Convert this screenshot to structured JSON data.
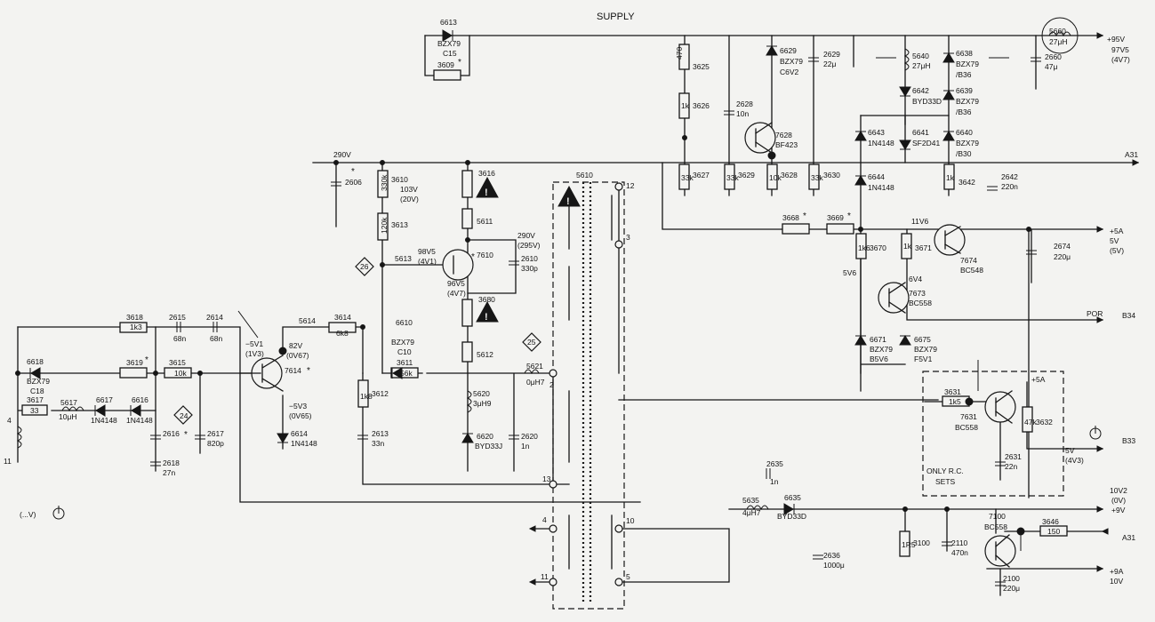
{
  "title": "SUPPLY",
  "rails": {
    "top_right": [
      "+95V",
      "97V5",
      "(4V7)"
    ],
    "a31_upper": "A31",
    "plus5a_out": [
      "+5A",
      "5V",
      "(5V)"
    ],
    "por": "POR",
    "b34": "B34",
    "plus5a_rc": "+5A",
    "b33": "B33",
    "b33_v": [
      "5V",
      "(4V3)"
    ],
    "v10v2": [
      "10V2",
      "(0V)",
      "+9V"
    ],
    "a31_lower": "A31",
    "plus9a": [
      "+9A",
      "10V"
    ],
    "v290_left": "290V",
    "v290_mid": [
      "290V",
      "(295V)"
    ],
    "v98v5": [
      "98V5",
      "(4V1)"
    ],
    "v96v5": [
      "96V5",
      "(4V7)"
    ],
    "v103": [
      "103V",
      "(20V)"
    ],
    "v82": [
      "82V",
      "(0V67)"
    ],
    "vm5v1": [
      "−5V1",
      "(1V3)"
    ],
    "vm5v3": [
      "−5V3",
      "(0V65)"
    ],
    "v11v6": "11V6",
    "v5v6": "5V6",
    "v6v4": "6V4",
    "standby_note": "(...V)",
    "star": "*"
  },
  "components": {
    "d6613": [
      "6613",
      "BZX79",
      "C15"
    ],
    "r3609": "3609",
    "r3625": [
      "470",
      "3625"
    ],
    "r3626": [
      "1k",
      "3626"
    ],
    "r3627": [
      "33k",
      "3627"
    ],
    "d6629": [
      "6629",
      "BZX79",
      "C6V2"
    ],
    "c2628": [
      "2628",
      "10n"
    ],
    "c2629": [
      "2629",
      "22μ"
    ],
    "t7628": [
      "7628",
      "BF423"
    ],
    "r3629": [
      "33k",
      "3629"
    ],
    "r3628": [
      "10k",
      "3628"
    ],
    "r3630": [
      "33k",
      "3630"
    ],
    "l5640": [
      "5640",
      "27μH"
    ],
    "d6642": [
      "6642",
      "BYD33D"
    ],
    "d6638": [
      "6638",
      "BZX79",
      "/B36"
    ],
    "d6639": [
      "6639",
      "BZX79",
      "/B36"
    ],
    "d6640": [
      "6640",
      "BZX79",
      "/B30"
    ],
    "d6641": [
      "6641",
      "SF2D41"
    ],
    "d6643": [
      "6643",
      "1N4148"
    ],
    "d6644": [
      "6644",
      "1N4148"
    ],
    "r3642": [
      "1k",
      "3642"
    ],
    "c2642": [
      "2642",
      "220n"
    ],
    "l5660": [
      "5660",
      "27μH"
    ],
    "c2660": [
      "2660",
      "47μ"
    ],
    "r3668": "3668",
    "r3669": "3669",
    "r3670": [
      "1k6",
      "3670"
    ],
    "r3671": [
      "1k",
      "3671"
    ],
    "t7674": [
      "7674",
      "BC548"
    ],
    "c2674": [
      "2674",
      "220μ"
    ],
    "t7673": [
      "7673",
      "BC558"
    ],
    "d6671": [
      "6671",
      "BZX79",
      "B5V6"
    ],
    "d6675": [
      "6675",
      "BZX79",
      "F5V1"
    ],
    "r3631": [
      "3631",
      "1k5"
    ],
    "t7631": [
      "7631",
      "BC558"
    ],
    "r3632": [
      "47k",
      "3632"
    ],
    "c2631": [
      "2631",
      "22n"
    ],
    "rc_note": [
      "ONLY  R.C.",
      "SETS"
    ],
    "c2635": [
      "2635",
      "1n"
    ],
    "l5635": [
      "5635",
      "4μH7"
    ],
    "d6635": [
      "6635",
      "BYD33D"
    ],
    "c2636": [
      "2636",
      "1000μ"
    ],
    "r3100": [
      "1R5",
      "3100"
    ],
    "c2110": [
      "2110",
      "470n"
    ],
    "t7100": [
      "7100",
      "BC558"
    ],
    "r3646": [
      "3646",
      "150"
    ],
    "c2100": [
      "2100",
      "220μ"
    ],
    "c2606": "2606",
    "r3610": [
      "330k",
      "3610"
    ],
    "r3613": [
      "120k",
      "3613"
    ],
    "r3616": "3616",
    "l5611": "5611",
    "l5613": "5613",
    "t7610": "7610",
    "c2610": [
      "2610",
      "330p"
    ],
    "r3680": "3680",
    "l5612": "5612",
    "l5620": [
      "5620",
      "3μH9"
    ],
    "d6620": [
      "6620",
      "BYD33J"
    ],
    "c2620": [
      "2620",
      "1n"
    ],
    "l5621": [
      "5621",
      "0μH7"
    ],
    "tr5610": "5610",
    "pins": [
      "12",
      "3",
      "2",
      "13",
      "4",
      "10",
      "11",
      "5"
    ],
    "r3618": [
      "3618",
      "1k3"
    ],
    "c2615": [
      "2615",
      "68n"
    ],
    "c2614": [
      "2614",
      "68n"
    ],
    "d6618": [
      "6618",
      "BZX79",
      "C18"
    ],
    "r3619": "3619",
    "r3615": [
      "3615",
      "10k"
    ],
    "r3617": [
      "3617",
      "33"
    ],
    "l5617": [
      "5617",
      "10μH"
    ],
    "d6617": [
      "6617",
      "1N4148"
    ],
    "d6616": [
      "6616",
      "1N4148"
    ],
    "c2616": "2616",
    "c2617": [
      "2617",
      "820p"
    ],
    "c2618": [
      "2618",
      "27n"
    ],
    "t7614": "7614",
    "d6614": [
      "6614",
      "1N4148"
    ],
    "l5614": "5614",
    "r3614": [
      "3614",
      "6k8"
    ],
    "d6610": [
      "6610",
      "BZX79",
      "C10"
    ],
    "r3611": [
      "3611",
      "56k"
    ],
    "r3612": [
      "1k8",
      "3612"
    ],
    "c2613": [
      "2613",
      "33n"
    ],
    "ref24": "24",
    "ref25": "25",
    "ref26": "26",
    "conn_left": [
      "4",
      "11"
    ],
    "warn": "!"
  }
}
